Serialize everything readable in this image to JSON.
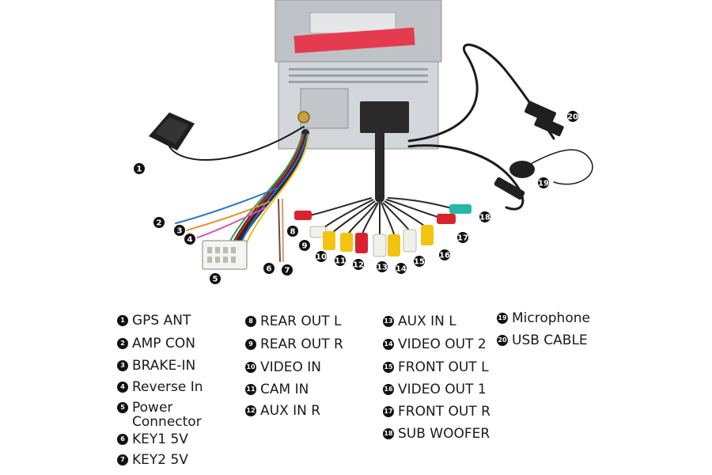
{
  "colors": {
    "cable": "#1b1b1b",
    "unit_metal": "#c9ccd0",
    "warning_label": "#e53b4f",
    "rca_red": "#d8232f",
    "rca_yellow": "#f2c40f",
    "rca_white": "#f1f1ec",
    "rca_teal": "#23b8a8"
  },
  "callouts": [
    {
      "id": "1"
    },
    {
      "id": "2"
    },
    {
      "id": "3"
    },
    {
      "id": "4"
    },
    {
      "id": "5"
    },
    {
      "id": "6"
    },
    {
      "id": "7"
    },
    {
      "id": "8"
    },
    {
      "id": "9"
    },
    {
      "id": "10"
    },
    {
      "id": "11"
    },
    {
      "id": "12"
    },
    {
      "id": "13"
    },
    {
      "id": "14"
    },
    {
      "id": "15"
    },
    {
      "id": "16"
    },
    {
      "id": "17"
    },
    {
      "id": "18"
    },
    {
      "id": "19"
    },
    {
      "id": "20"
    }
  ],
  "legend": [
    {
      "number": "1",
      "label": "GPS ANT"
    },
    {
      "number": "2",
      "label": "AMP CON"
    },
    {
      "number": "3",
      "label": "BRAKE-IN"
    },
    {
      "number": "4",
      "label": "Reverse In"
    },
    {
      "number": "5",
      "label": "Power\nConnector"
    },
    {
      "number": "6",
      "label": "KEY1 5V"
    },
    {
      "number": "7",
      "label": "KEY2 5V"
    },
    {
      "number": "8",
      "label": "REAR OUT L"
    },
    {
      "number": "9",
      "label": "REAR OUT R"
    },
    {
      "number": "10",
      "label": "VIDEO IN"
    },
    {
      "number": "11",
      "label": "CAM IN"
    },
    {
      "number": "12",
      "label": "AUX IN R"
    },
    {
      "number": "13",
      "label": "AUX IN L"
    },
    {
      "number": "14",
      "label": "VIDEO OUT 2"
    },
    {
      "number": "15",
      "label": "FRONT OUT L"
    },
    {
      "number": "16",
      "label": "VIDEO OUT 1"
    },
    {
      "number": "17",
      "label": "FRONT OUT R"
    },
    {
      "number": "18",
      "label": "SUB WOOFER"
    },
    {
      "number": "19",
      "label": "Microphone"
    },
    {
      "number": "20",
      "label": "USB CABLE"
    }
  ]
}
